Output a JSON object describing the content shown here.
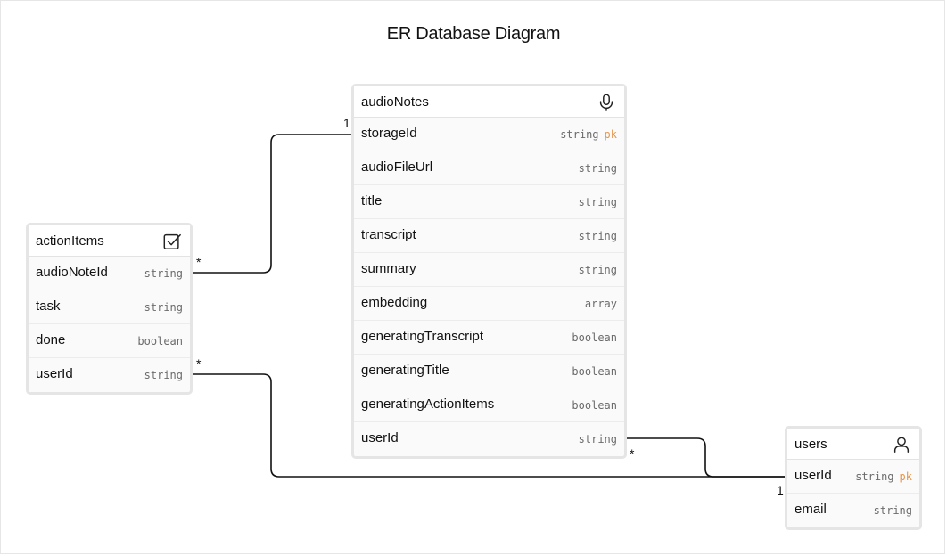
{
  "diagram": {
    "title": "ER Database Diagram",
    "tables": {
      "actionItems": {
        "name": "actionItems",
        "icon": "checkbox-icon",
        "fields": [
          {
            "name": "audioNoteId",
            "type": "string",
            "key": ""
          },
          {
            "name": "task",
            "type": "string",
            "key": ""
          },
          {
            "name": "done",
            "type": "boolean",
            "key": ""
          },
          {
            "name": "userId",
            "type": "string",
            "key": ""
          }
        ]
      },
      "audioNotes": {
        "name": "audioNotes",
        "icon": "microphone-icon",
        "fields": [
          {
            "name": "storageId",
            "type": "string",
            "key": "pk"
          },
          {
            "name": "audioFileUrl",
            "type": "string",
            "key": ""
          },
          {
            "name": "title",
            "type": "string",
            "key": ""
          },
          {
            "name": "transcript",
            "type": "string",
            "key": ""
          },
          {
            "name": "summary",
            "type": "string",
            "key": ""
          },
          {
            "name": "embedding",
            "type": "array",
            "key": ""
          },
          {
            "name": "generatingTranscript",
            "type": "boolean",
            "key": ""
          },
          {
            "name": "generatingTitle",
            "type": "boolean",
            "key": ""
          },
          {
            "name": "generatingActionItems",
            "type": "boolean",
            "key": ""
          },
          {
            "name": "userId",
            "type": "string",
            "key": ""
          }
        ]
      },
      "users": {
        "name": "users",
        "icon": "user-icon",
        "fields": [
          {
            "name": "userId",
            "type": "string",
            "key": "pk"
          },
          {
            "name": "email",
            "type": "string",
            "key": ""
          }
        ]
      }
    },
    "relationships": [
      {
        "from": "actionItems.audioNoteId",
        "to": "audioNotes.storageId",
        "from_card": "*",
        "to_card": "1"
      },
      {
        "from": "actionItems.userId",
        "to": "users.userId",
        "from_card": "*",
        "to_card": "1"
      },
      {
        "from": "audioNotes.userId",
        "to": "users.userId",
        "from_card": "*",
        "to_card": "1"
      }
    ]
  }
}
